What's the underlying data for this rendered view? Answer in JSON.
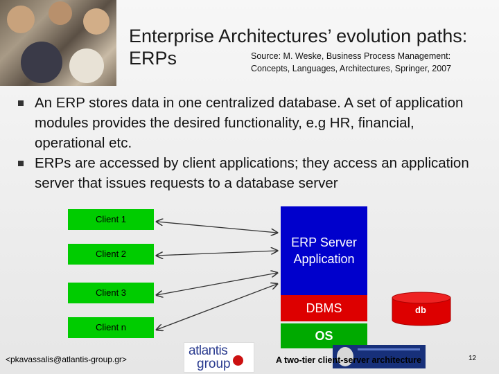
{
  "header": {
    "title_line1": "Enterprise Architectures’ evolution paths:",
    "title_line2": "ERPs",
    "source_line1": "Source: M. Weske, Business Process Management:",
    "source_line2": "Concepts, Languages, Architectures, Springer, 2007"
  },
  "bullets": [
    "An ERP stores data in one centralized database. A set of application modules provides the desired functionality, e.g HR, financial, operational etc.",
    "ERPs are accessed by client applications; they access an application server that issues requests to a database server"
  ],
  "diagram": {
    "clients": [
      "Client 1",
      "Client 2",
      "Client 3",
      "Client n"
    ],
    "server_line1": "ERP Server",
    "server_line2": "Application",
    "dbms": "DBMS",
    "os": "OS",
    "db": "db",
    "colors": {
      "client": "#00cc00",
      "server": "#0000cc",
      "dbms": "#dd0000",
      "os": "#00aa00",
      "db": "#dd0000"
    }
  },
  "footer": {
    "email": "<pkavassalis@atlantis-group.gr>",
    "logo_line1": "atlantis",
    "logo_line2": "group",
    "caption": "A two-tier client-server architecture",
    "page_number": "12"
  }
}
